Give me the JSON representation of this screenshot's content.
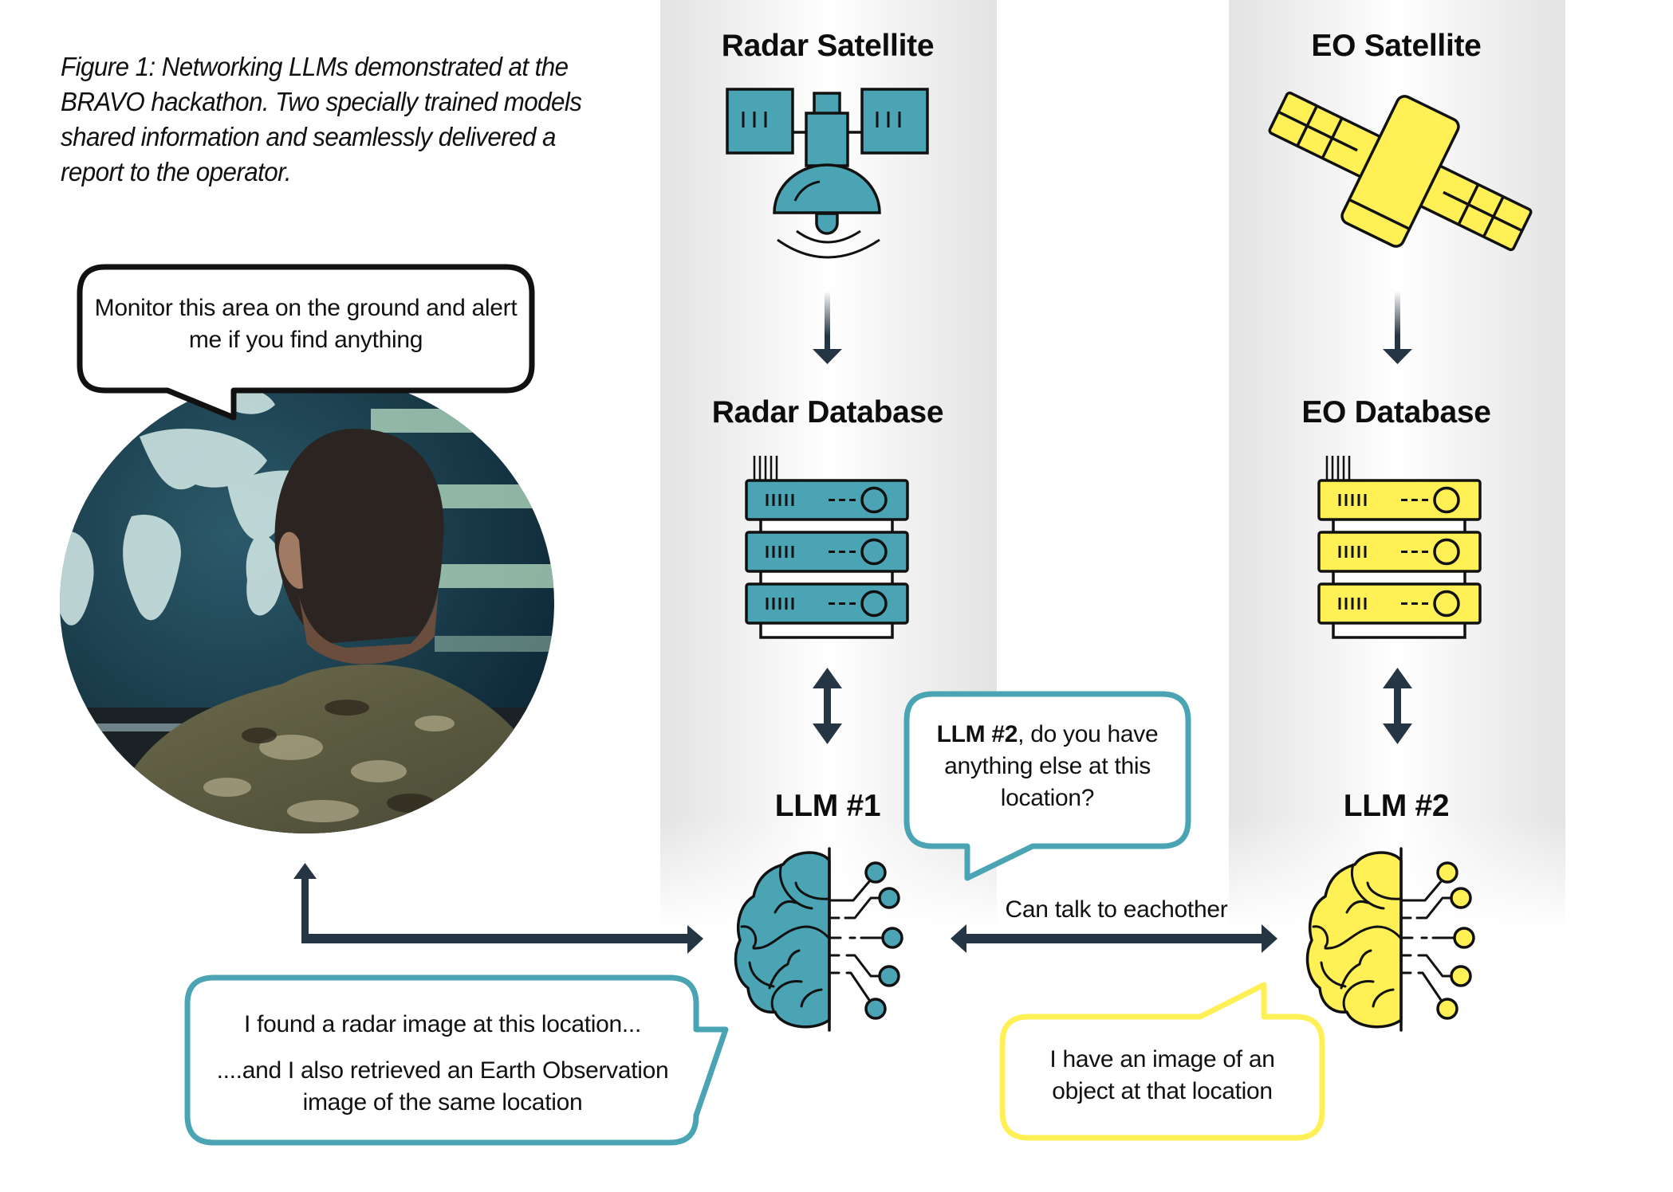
{
  "caption": "Figure 1: Networking LLMs demonstrated at the BRAVO hackathon. Two specially trained models shared information and seamlessly delivered a report to the operator.",
  "colors": {
    "radar_teal": "#4aa4b3",
    "eo_yellow": "#fef055",
    "arrow_dark": "#263543",
    "outline": "#111111",
    "operator_bubble_border": "#111111"
  },
  "radar_column": {
    "satellite_title": "Radar Satellite",
    "database_title": "Radar Database",
    "llm_title": "LLM #1",
    "satellite_icon": "radar-satellite-icon",
    "database_icon": "server-rack-icon",
    "llm_icon": "brain-circuit-icon"
  },
  "eo_column": {
    "satellite_title": "EO Satellite",
    "database_title": "EO Database",
    "llm_title": "LLM #2",
    "satellite_icon": "eo-satellite-icon",
    "database_icon": "server-rack-icon",
    "llm_icon": "brain-circuit-icon"
  },
  "operator": {
    "photo_description": "Soldier viewing a world map on monitors",
    "speech": "Monitor this area on the ground and alert me if you find anything"
  },
  "bubbles": {
    "llm1_query_bold": "LLM #2",
    "llm1_query_rest": ", do you have anything else at this location?",
    "llm1_report_line1": "I found a radar image at this location...",
    "llm1_report_line2": "....and I also retrieved an Earth Observation image of the same location",
    "llm2_reply": "I have an image of an object at that location"
  },
  "connector_label": "Can talk to eachother"
}
